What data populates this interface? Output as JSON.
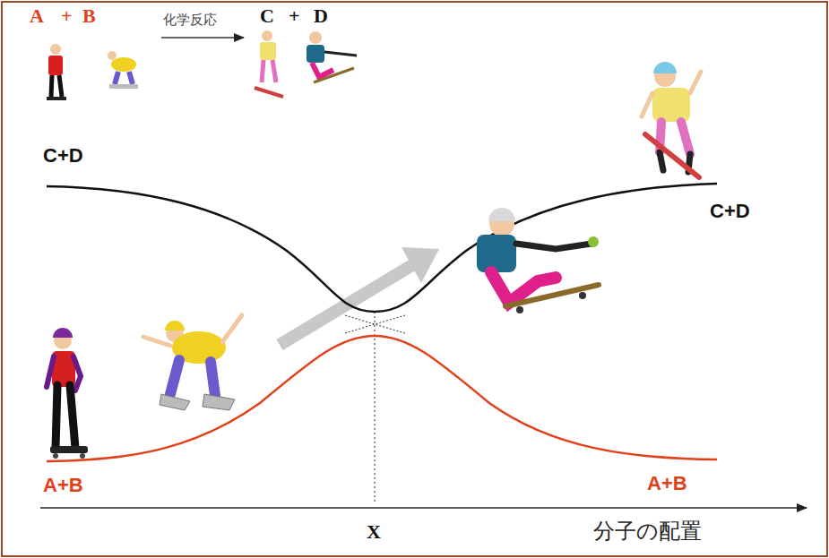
{
  "diagram": {
    "labels": [
      "A",
      "+",
      "B",
      "化学反応",
      "C",
      "+",
      "D",
      "C+D",
      "C+D",
      "A+B",
      "A+B",
      "X",
      "分子の配置"
    ]
  }
}
